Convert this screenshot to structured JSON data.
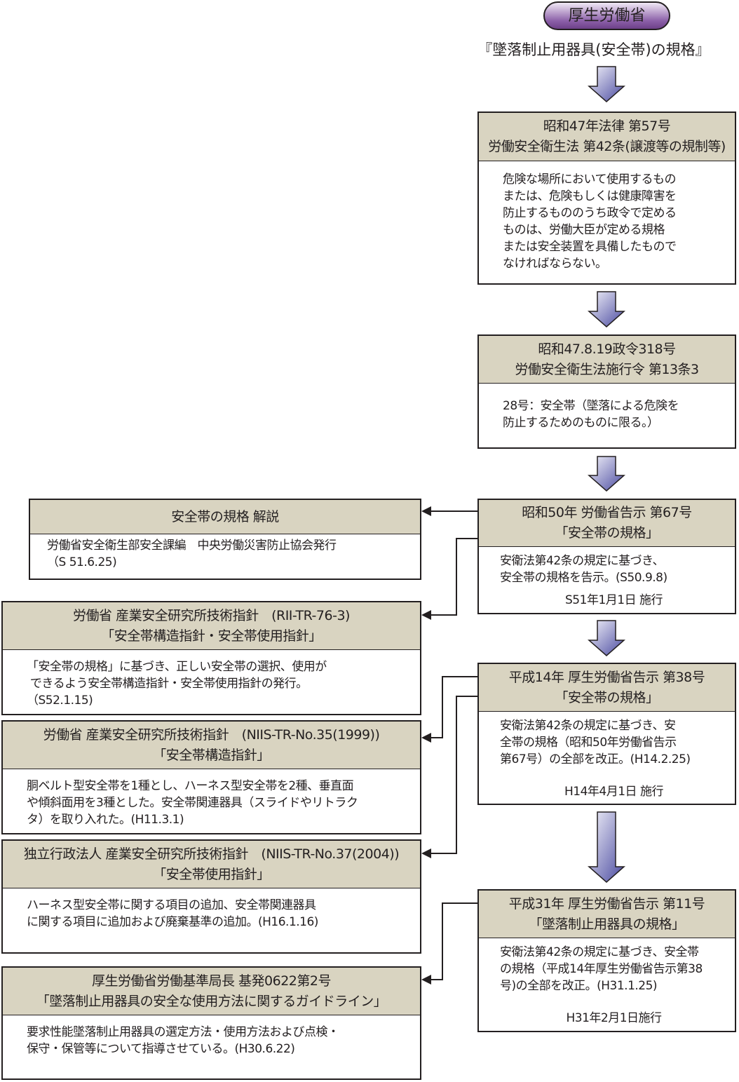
{
  "header": {
    "ministry": "厚生労働省",
    "standard_title": "『墜落制止用器具(安全帯)の規格』"
  },
  "main_chain": [
    {
      "title": [
        "昭和47年法律 第57号",
        "労働安全衛生法 第42条(譲渡等の規制等)"
      ],
      "body": [
        "危険な場所において使用するもの",
        "または、危険もしくは健康障害を",
        "防止するもののうち政令で定める",
        "ものは、労働大臣が定める規格",
        "または安全装置を具備したもので",
        "なければならない。"
      ]
    },
    {
      "title": [
        "昭和47.8.19政令318号",
        "労働安全衛生法施行令 第13条3"
      ],
      "body": [
        "28号：安全帯（墜落による危険を",
        "防止するためのものに限る。）"
      ]
    },
    {
      "title": [
        "昭和50年 労働省告示 第67号",
        "「安全帯の規格」"
      ],
      "body": [
        "安衛法第42条の規定に基づき、",
        "安全帯の規格を告示。(S50.9.8)"
      ],
      "effective": "S51年1月1日 施行"
    },
    {
      "title": [
        "平成14年 厚生労働省告示 第38号",
        "「安全帯の規格」"
      ],
      "body": [
        "安衛法第42条の規定に基づき、安",
        "全帯の規格（昭和50年労働省告示",
        "第67号）の全部を改正。(H14.2.25)"
      ],
      "effective": "H14年4月1日 施行"
    },
    {
      "title": [
        "平成31年 厚生労働省告示 第11号",
        "「墜落制止用器具の規格」"
      ],
      "body": [
        "安衛法第42条の規定に基づき、安全帯",
        "の規格（平成14年厚生労働省告示第38",
        "号)の全部を改正。(H31.1.25)"
      ],
      "effective": "H31年2月1日施行"
    }
  ],
  "side_docs": [
    {
      "title": [
        "安全帯の規格 解説"
      ],
      "body": [
        "労働省安全衛生部安全課編　中央労働災害防止協会発行",
        "（S 51.6.25)"
      ]
    },
    {
      "title": [
        "労働省 産業安全研究所技術指針　(RII-TR-76-3)",
        "「安全帯構造指針・安全帯使用指針」"
      ],
      "body": [
        "「安全帯の規格」に基づき、正しい安全帯の選択、使用が",
        " できるよう安全帯構造指針・安全帯使用指針の発行。",
        "（S52.1.15)"
      ]
    },
    {
      "title": [
        "労働省 産業安全研究所技術指針　(NIIS-TR-No.35(1999))",
        "「安全帯構造指針」"
      ],
      "body": [
        "胴ベルト型安全帯を1種とし、ハーネス型安全帯を2種、垂直面",
        "や傾斜面用を3種とした。安全帯関連器具（スライドやリトラク",
        "タ）を取り入れた。(H11.3.1)"
      ]
    },
    {
      "title": [
        "独立行政法人 産業安全研究所技術指針　(NIIS-TR-No.37(2004))",
        "「安全帯使用指針」"
      ],
      "body": [
        "ハーネス型安全帯に関する項目の追加、安全帯関連器具",
        "に関する項目に追加および廃棄基準の追加。(H16.1.16)"
      ]
    },
    {
      "title": [
        "厚生労働省労働基準局長 基発0622第2号",
        "「墜落制止用器具の安全な使用方法に関するガイドライン」"
      ],
      "body": [
        "要求性能墜落制止用器具の選定方法・使用方法および点検・",
        "保守・保管等について指導させている。(H30.6.22)"
      ]
    }
  ],
  "colors": {
    "header_fill": "#d9d4c1",
    "arrow_fill": "#6b6bb8",
    "pill_fill": "#8b5fa8"
  }
}
